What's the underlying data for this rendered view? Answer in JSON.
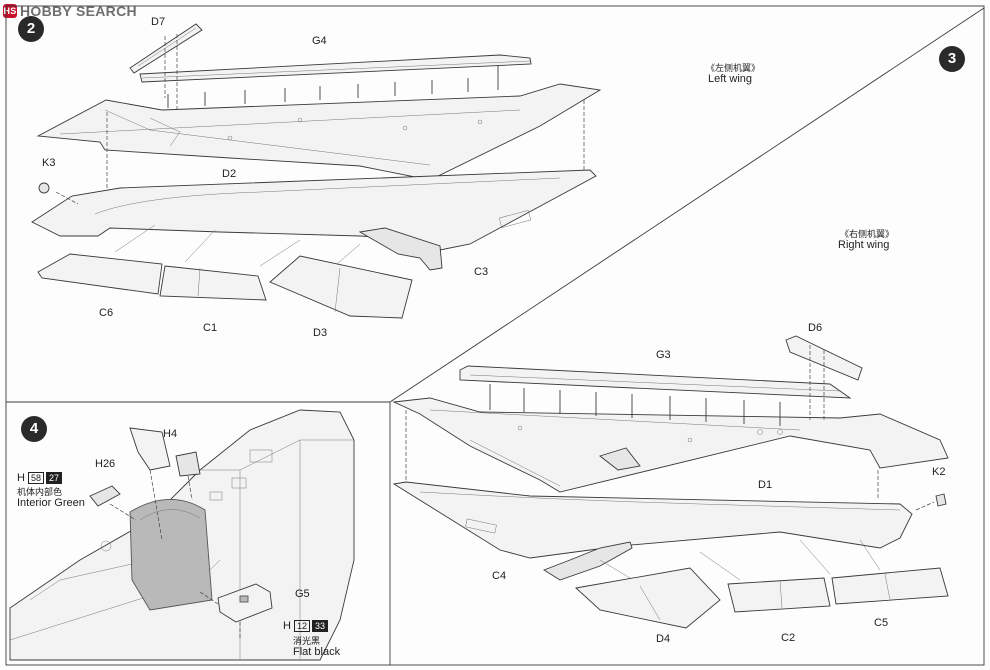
{
  "watermark": {
    "logo_text": "HS",
    "text": "HOBBY SEARCH"
  },
  "steps": [
    {
      "id": "2",
      "label": "2"
    },
    {
      "id": "3",
      "label": "3"
    },
    {
      "id": "4",
      "label": "4"
    }
  ],
  "captions": {
    "left_wing_cn": "《左侧机翼》",
    "left_wing_en": "Left wing",
    "right_wing_cn": "《右侧机翼》",
    "right_wing_en": "Right wing"
  },
  "part_labels": {
    "d7": "D7",
    "g4": "G4",
    "k3": "K3",
    "d2": "D2",
    "c3": "C3",
    "c6": "C6",
    "c1": "C1",
    "d3": "D3",
    "d6": "D6",
    "g3": "G3",
    "d1": "D1",
    "k2": "K2",
    "c4": "C4",
    "d4": "D4",
    "c2": "C2",
    "c5": "C5",
    "h4": "H4",
    "h26": "H26",
    "g5": "G5"
  },
  "paints": {
    "interior": {
      "letter": "H",
      "code1": "58",
      "code2": "27",
      "cn": "机体内部色",
      "en": "Interior Green"
    },
    "flat_black": {
      "letter": "H",
      "code1": "12",
      "code2": "33",
      "cn": "消光黑",
      "en": "Flat black"
    }
  }
}
